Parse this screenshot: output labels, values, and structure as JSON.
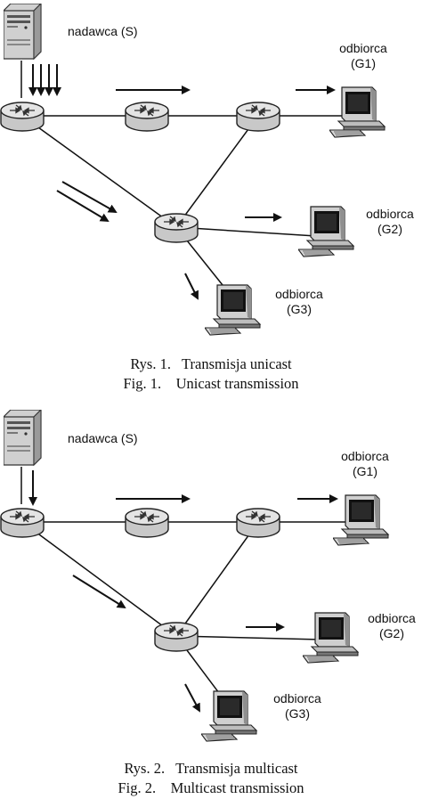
{
  "figures": [
    {
      "sender": "nadawca (S)",
      "receivers": [
        {
          "line1": "odbiorca",
          "line2": "(G1)"
        },
        {
          "line1": "odbiorca",
          "line2": "(G2)"
        },
        {
          "line1": "odbiorca",
          "line2": "(G3)"
        }
      ],
      "caption_pl": "Rys. 1.   Transmisja unicast",
      "caption_en": "Fig. 1.    Unicast transmission"
    },
    {
      "sender": "nadawca (S)",
      "receivers": [
        {
          "line1": "odbiorca",
          "line2": "(G1)"
        },
        {
          "line1": "odbiorca",
          "line2": "(G2)"
        },
        {
          "line1": "odbiorca",
          "line2": "(G3)"
        }
      ],
      "caption_pl": "Rys. 2.   Transmisja multicast",
      "caption_en": "Fig. 2.    Multicast transmission"
    }
  ]
}
